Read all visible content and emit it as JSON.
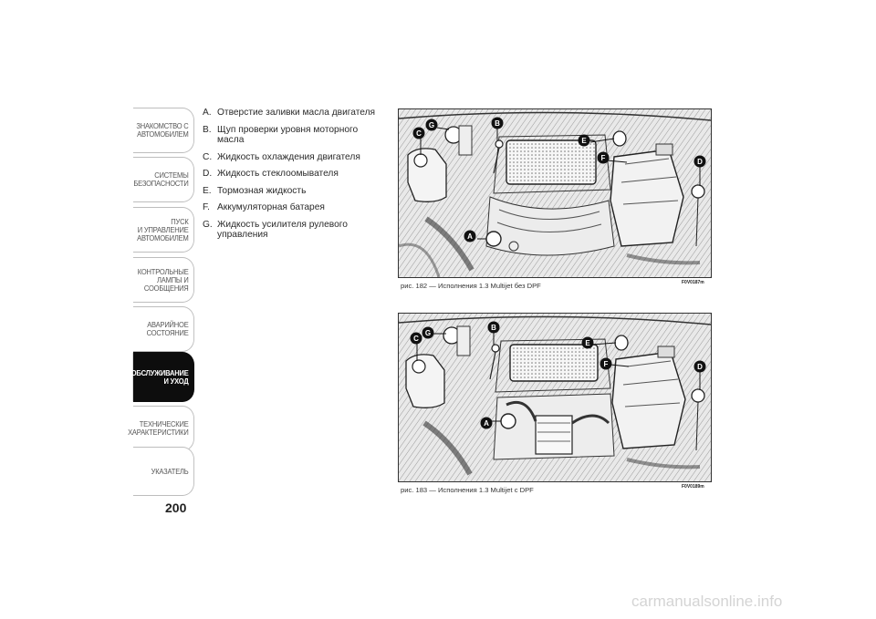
{
  "nav": {
    "tabs": [
      {
        "lines": [
          "ЗНАКОМСТВО С",
          "АВТОМОБИЛЕМ"
        ],
        "active": false
      },
      {
        "lines": [
          "СИСТЕМЫ",
          "БЕЗОПАСНОСТИ"
        ],
        "active": false
      },
      {
        "lines": [
          "ПУСК",
          "И УПРАВЛЕНИЕ",
          "АВТОМОБИЛЕМ"
        ],
        "active": false
      },
      {
        "lines": [
          "КОНТРОЛЬНЫЕ",
          "ЛАМПЫ И",
          "СООБЩЕНИЯ"
        ],
        "active": false
      },
      {
        "lines": [
          "АВАРИЙНОЕ",
          "СОСТОЯНИЕ"
        ],
        "active": false
      },
      {
        "lines": [
          "ТЕХОБСЛУЖИВАНИЕ",
          "И УХОД"
        ],
        "active": true
      },
      {
        "lines": [
          "ТЕХНИЧЕСКИЕ",
          "ХАРАКТЕРИСТИКИ"
        ],
        "active": false
      },
      {
        "lines": [
          "УКАЗАТЕЛЬ"
        ],
        "active": false
      }
    ]
  },
  "page_number": "200",
  "legend": [
    {
      "letter": "A.",
      "text": "Отверстие заливки масла двигателя"
    },
    {
      "letter": "B.",
      "text": "Щуп проверки уровня моторного масла"
    },
    {
      "letter": "C.",
      "text": "Жидкость охлаждения двигателя"
    },
    {
      "letter": "D.",
      "text": "Жидкость стеклоомывателя"
    },
    {
      "letter": "E.",
      "text": "Тормозная жидкость"
    },
    {
      "letter": "F.",
      "text": "Аккумуляторная батарея"
    },
    {
      "letter": "G.",
      "text": "Жидкость усилителя рулевого управления"
    }
  ],
  "figures": [
    {
      "caption": "рис. 182 — Исполнения 1.3 Multijet без DPF",
      "code": "F0V0187m",
      "labels": [
        "G",
        "B",
        "C",
        "E",
        "F",
        "D",
        "A"
      ]
    },
    {
      "caption": "рис. 183 — Исполнения 1.3 Multijet с DPF",
      "code": "F0V0189m",
      "labels": [
        "G",
        "B",
        "C",
        "E",
        "F",
        "D",
        "A"
      ]
    }
  ],
  "watermark": "carmanualsonline.info"
}
